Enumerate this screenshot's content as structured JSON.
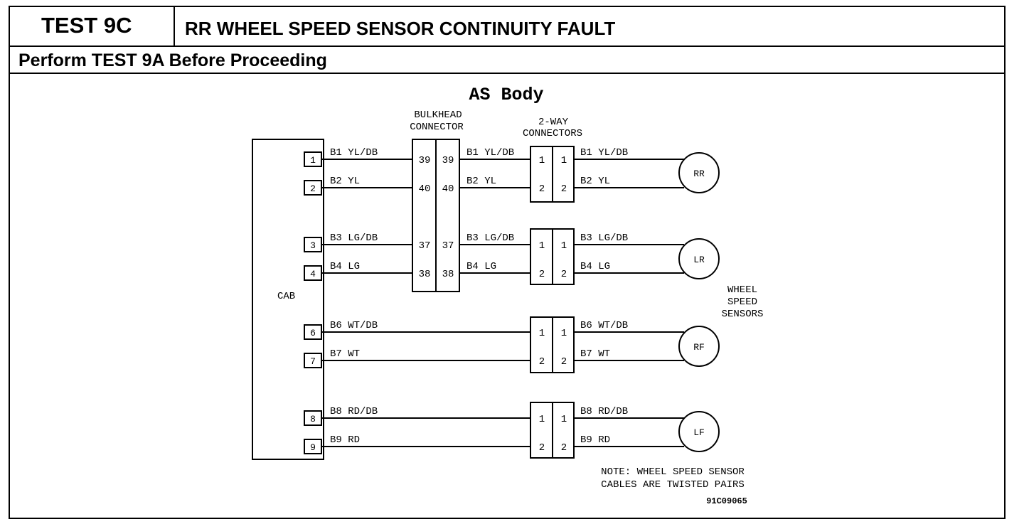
{
  "header": {
    "test_id": "TEST 9C",
    "title": "RR WHEEL SPEED SENSOR CONTINUITY FAULT",
    "subtitle": "Perform TEST 9A Before Proceeding"
  },
  "diagram": {
    "title": "AS Body",
    "cab_label": "CAB",
    "bulkhead_label_1": "BULKHEAD",
    "bulkhead_label_2": "CONNECTOR",
    "twoway_label_1": "2-WAY",
    "twoway_label_2": "CONNECTORS",
    "sensors_label_1": "WHEEL",
    "sensors_label_2": "SPEED",
    "sensors_label_3": "SENSORS",
    "note_1": "NOTE: WHEEL SPEED SENSOR",
    "note_2": "CABLES ARE TWISTED PAIRS",
    "figure_id": "91C09065",
    "cab_pins": [
      "1",
      "2",
      "3",
      "4",
      "6",
      "7",
      "8",
      "9"
    ],
    "wires_left": [
      "B1 YL/DB",
      "B2 YL",
      "B3 LG/DB",
      "B4 LG",
      "B6 WT/DB",
      "B7 WT",
      "B8 RD/DB",
      "B9 RD"
    ],
    "bulkhead_pins": [
      "39",
      "40",
      "37",
      "38"
    ],
    "wires_mid": [
      "B1 YL/DB",
      "B2 YL",
      "B3 LG/DB",
      "B4 LG"
    ],
    "twoway_pins": [
      "1",
      "2"
    ],
    "wires_right": [
      "B1 YL/DB",
      "B2 YL",
      "B3 LG/DB",
      "B4 LG",
      "B6 WT/DB",
      "B7 WT",
      "B8 RD/DB",
      "B9 RD"
    ],
    "sensors": [
      "RR",
      "LR",
      "RF",
      "LF"
    ]
  }
}
